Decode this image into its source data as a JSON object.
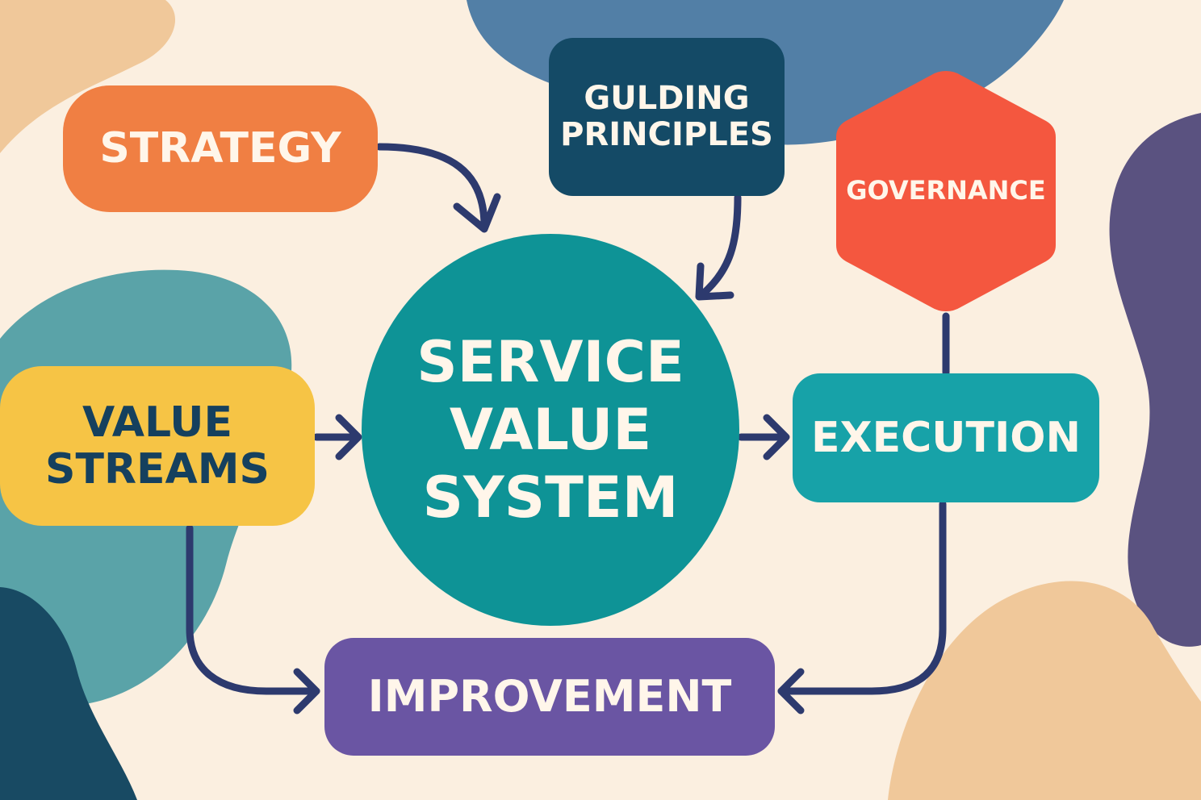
{
  "diagram": {
    "nodes": {
      "strategy": "STRATEGY",
      "guiding_principles": [
        "GULDING",
        "PRINCIPLES"
      ],
      "governance": "GOVERNANCE",
      "value_streams": [
        "VALUE",
        "STREAMS"
      ],
      "service_value_system": [
        "SERVICE",
        "VALUE",
        "SYSTEM"
      ],
      "execution": "EXECUTION",
      "improvement": "IMPROVEMENT"
    },
    "edges": [
      {
        "from": "strategy",
        "to": "service_value_system"
      },
      {
        "from": "guiding_principles",
        "to": "service_value_system"
      },
      {
        "from": "governance",
        "to": "execution"
      },
      {
        "from": "value_streams",
        "to": "service_value_system"
      },
      {
        "from": "service_value_system",
        "to": "execution"
      },
      {
        "from": "value_streams",
        "to": "improvement"
      },
      {
        "from": "execution",
        "to": "improvement"
      }
    ],
    "colors": {
      "background": "#fbefe0",
      "strategy": "#f07f43",
      "guiding_principles": "#144a66",
      "governance": "#f4573f",
      "value_streams": "#f6c445",
      "service_value_system": "#0e9396",
      "execution": "#17a2a8",
      "improvement": "#6a55a3",
      "connector": "#2d3a6e"
    }
  }
}
